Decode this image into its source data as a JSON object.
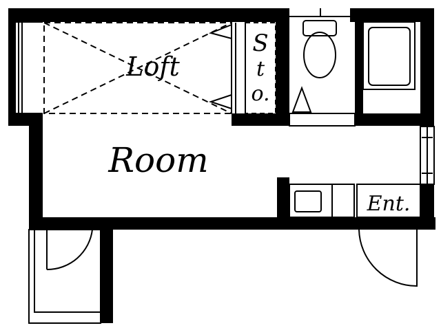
{
  "labels": {
    "loft": "Loft",
    "room": "Room",
    "storage": [
      "S",
      "t",
      "o."
    ],
    "entrance": "Ent."
  },
  "colors": {
    "wall": "#000000",
    "line": "#000000",
    "background": "#ffffff"
  }
}
